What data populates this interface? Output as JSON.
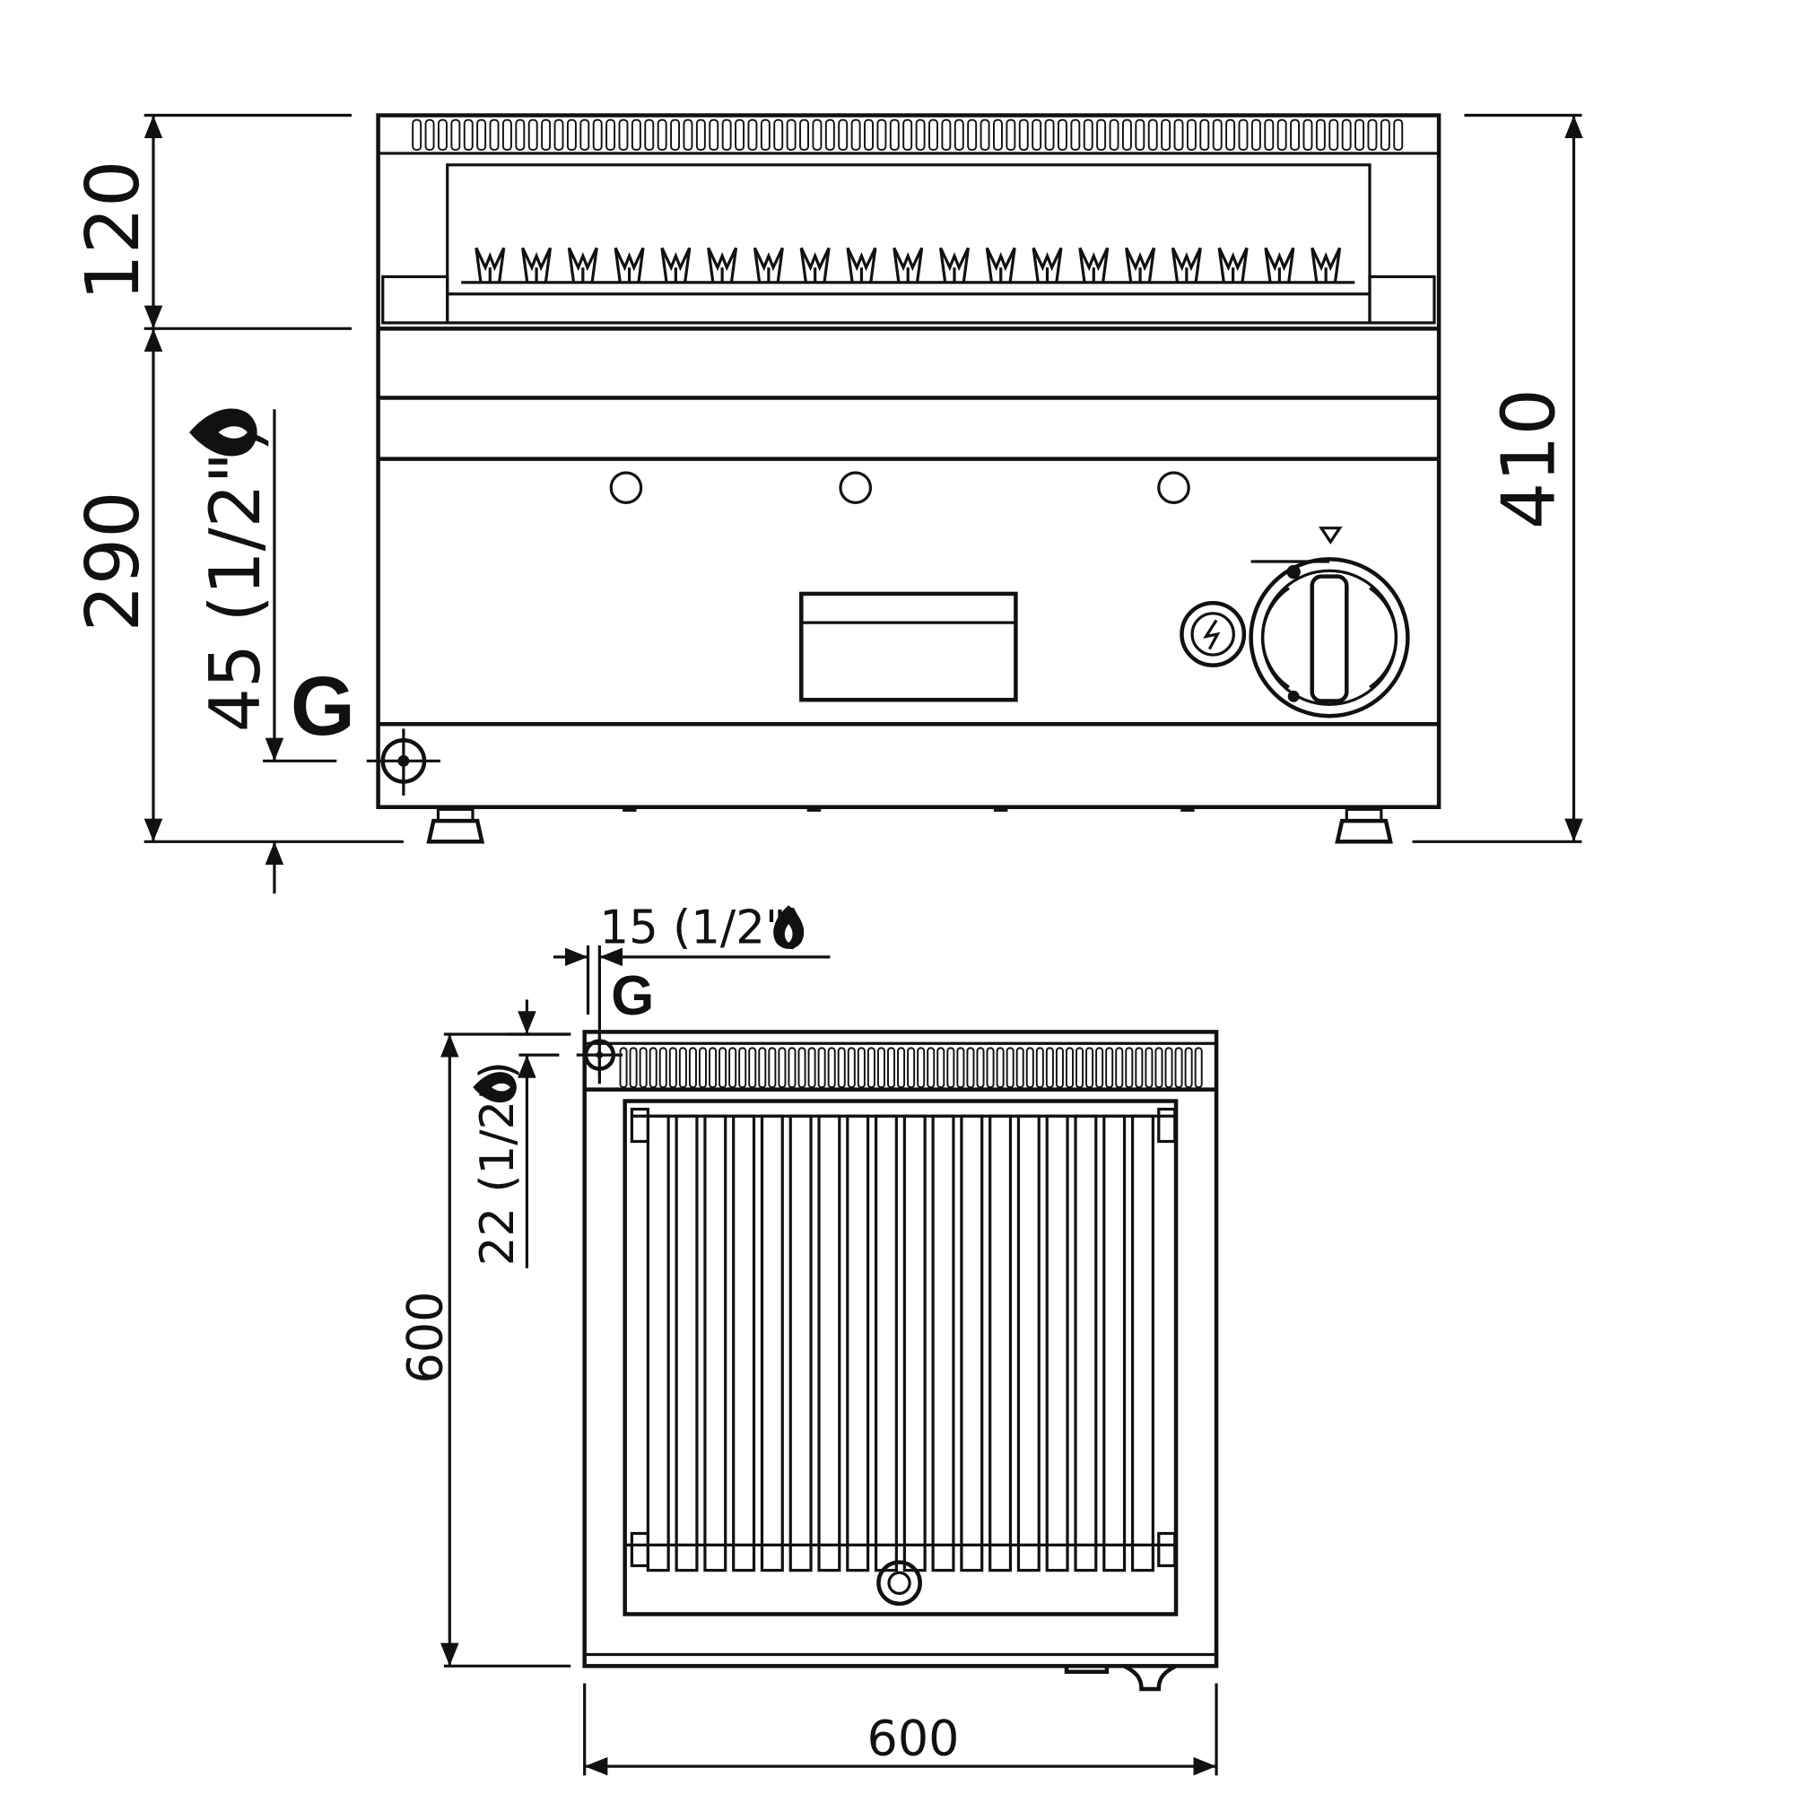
{
  "front_view": {
    "dim_top_section": "120",
    "dim_bottom_section": "290",
    "dim_total_height": "410",
    "gas_height": {
      "value": "45",
      "thread": "(1/2\")"
    },
    "gas_label": "G",
    "burner_count_visible": 19,
    "knob_icon": "rotary-knob-icon",
    "ignition_icon": "spark-ignition-icon"
  },
  "top_view": {
    "dim_depth": "600",
    "dim_width": "600",
    "gas_side_offset": {
      "value": "15",
      "thread": "(1/2\")"
    },
    "gas_rear_offset": {
      "value": "22",
      "thread": "(1/2\")"
    },
    "gas_label": "G",
    "grill_bar_count": 18
  },
  "icons": {
    "gas": "gas-flame-icon"
  },
  "colors": {
    "line": "#111111",
    "background": "#ffffff"
  }
}
